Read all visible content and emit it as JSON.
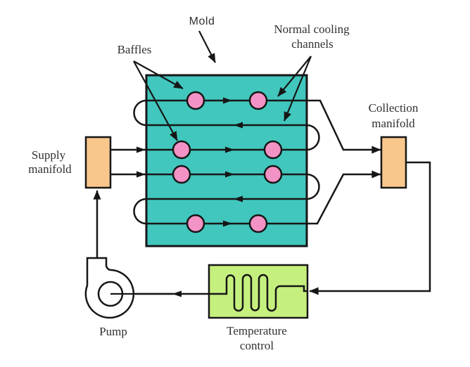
{
  "title": "Mold cooling circuit with baffles diagram",
  "labels": {
    "mold": "Mold",
    "baffles": "Baffles",
    "normal_cooling_line1": "Normal cooling",
    "normal_cooling_line2": "channels",
    "supply_line1": "Supply",
    "supply_line2": "manifold",
    "collection_line1": "Collection",
    "collection_line2": "manifold",
    "pump": "Pump",
    "temperature_line1": "Temperature",
    "temperature_line2": "control"
  },
  "colors": {
    "mold_fill": "#41C7BD",
    "baffle_fill": "#F392C5",
    "manifold_fill": "#F8C78C",
    "temperature_control_fill": "#C6F07E",
    "line": "#161616",
    "text": "#33302E"
  },
  "diagram": {
    "baffle_circle_count": 8,
    "channel_rows": 6,
    "supply_outlets": 2,
    "collection_inlets": 2,
    "flow_direction_rows": [
      "right",
      "left",
      "right",
      "right",
      "left",
      "right"
    ]
  }
}
